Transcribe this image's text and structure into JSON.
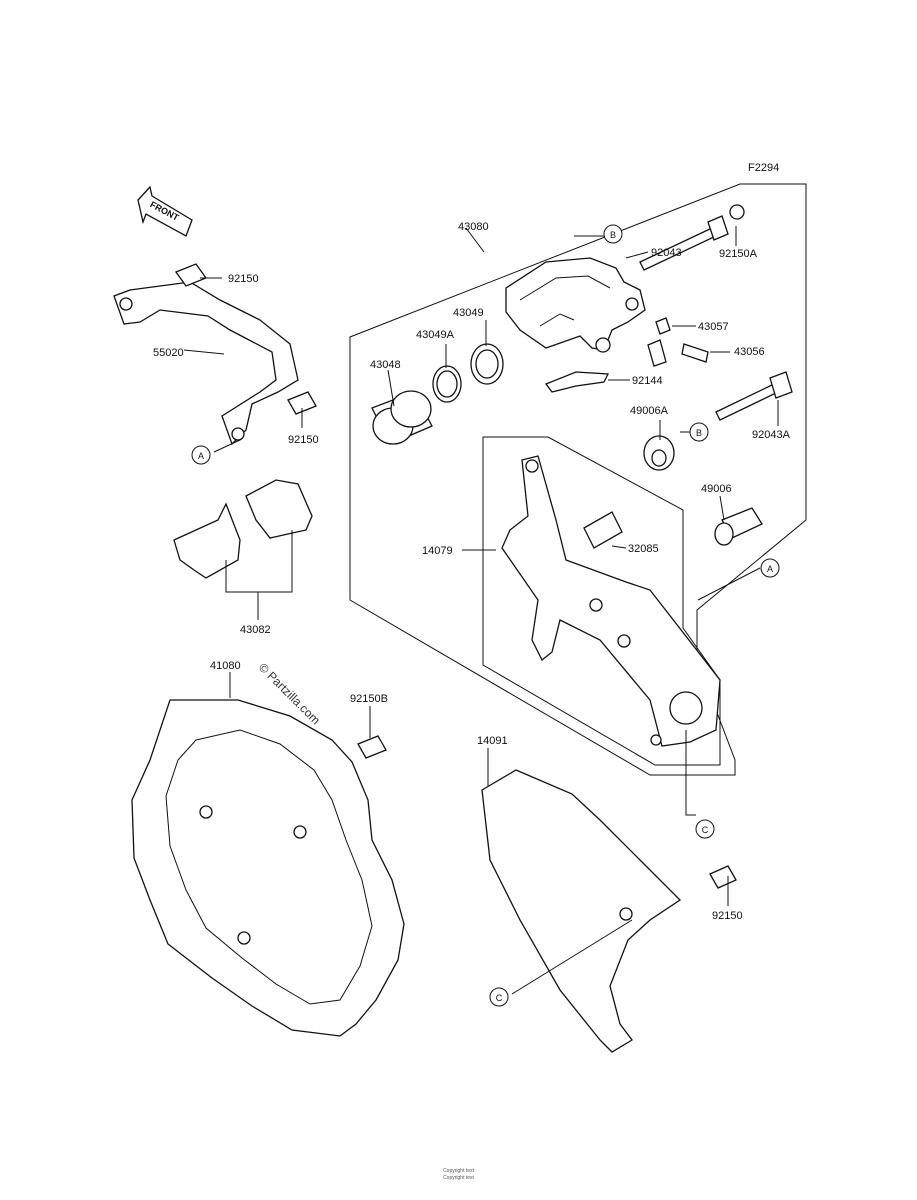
{
  "figure_code": "F2294",
  "front_label": "FRONT",
  "watermark": "© Partzilla.com",
  "parts": {
    "p43080": "43080",
    "p92150A": "92150A",
    "p92043": "92043",
    "p43057": "43057",
    "p43056": "43056",
    "p92144": "92144",
    "p92043A": "92043A",
    "p43049": "43049",
    "p43049A": "43049A",
    "p43048": "43048",
    "p49006A": "49006A",
    "p49006": "49006",
    "p14079": "14079",
    "p32085": "32085",
    "p92150_top": "92150",
    "p55020": "55020",
    "p92150_mid": "92150",
    "p43082": "43082",
    "p41080": "41080",
    "p92150B": "92150B",
    "p14091": "14091",
    "p92150_bot": "92150"
  },
  "refs": {
    "a1": "A",
    "a2": "A",
    "b1": "B",
    "b2": "B",
    "c1": "C",
    "c2": "C"
  },
  "footer_line1": "Copyright text",
  "footer_line2": "Copyright text"
}
